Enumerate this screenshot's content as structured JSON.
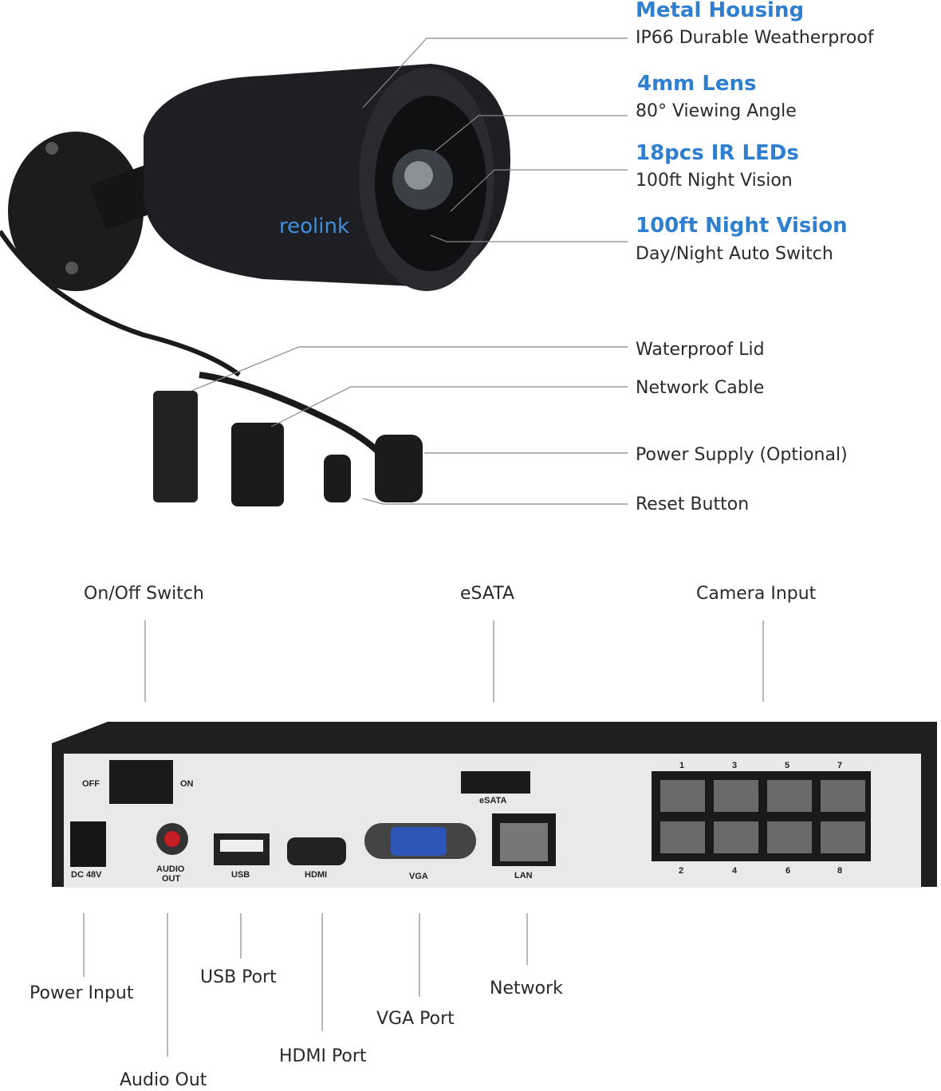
{
  "camera": {
    "brand": "reolink",
    "features": [
      {
        "title": "Metal Housing",
        "desc": "IP66 Durable Weatherproof"
      },
      {
        "title": "4mm Lens",
        "desc": "80° Viewing Angle"
      },
      {
        "title": "18pcs IR LEDs",
        "desc": "100ft Night Vision"
      },
      {
        "title": "100ft Night Vision",
        "desc": "Day/Night Auto Switch"
      }
    ],
    "cable_labels": [
      "Waterproof Lid",
      "Network Cable",
      "Power Supply (Optional)",
      "Reset Button"
    ]
  },
  "nvr": {
    "top_labels": [
      "On/Off Switch",
      "eSATA",
      "Camera Input"
    ],
    "bottom_labels": [
      "Power Input",
      "Audio Out",
      "USB Port",
      "HDMI Port",
      "VGA Port",
      "Network"
    ],
    "panel_text": {
      "off": "OFF",
      "on": "ON",
      "dc": "DC 48V",
      "audio1": "AUDIO",
      "audio2": "OUT",
      "usb": "USB",
      "hdmi": "HDMI",
      "vga": "VGA",
      "lan": "LAN",
      "esata": "eSATA",
      "ports_top": [
        "1",
        "3",
        "5",
        "7"
      ],
      "ports_bottom": [
        "2",
        "4",
        "6",
        "8"
      ]
    }
  },
  "colors": {
    "accent": "#2f7fd0"
  }
}
